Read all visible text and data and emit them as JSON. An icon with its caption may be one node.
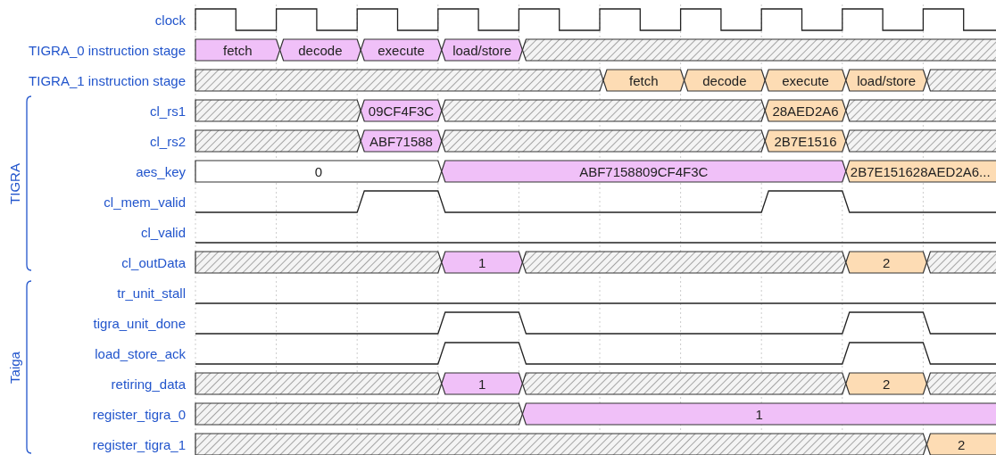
{
  "diagram": {
    "labels": [
      "clock",
      "TIGRA_0 instruction stage",
      "fetch",
      "decode",
      "execute",
      "load/store",
      "TIGRA_1 instruction stage",
      "fetch",
      "decode",
      "execute",
      "load/store",
      "TIGRA",
      "cl_rs1",
      "09CF4F3C",
      "28AED2A6",
      "cl_rs2",
      "ABF71588",
      "2B7E1516",
      "aes_key",
      "0",
      "ABF7158809CF4F3C",
      "2B7E151628AED2A6...",
      "cl_mem_valid",
      "cl_valid",
      "cl_outData",
      "1",
      "2",
      "Taiga",
      "tr_unit_stall",
      "tigra_unit_done",
      "load_store_ack",
      "retiring_data",
      "1",
      "2",
      "register_tigra_0",
      "1",
      "register_tigra_1",
      "2"
    ]
  }
}
